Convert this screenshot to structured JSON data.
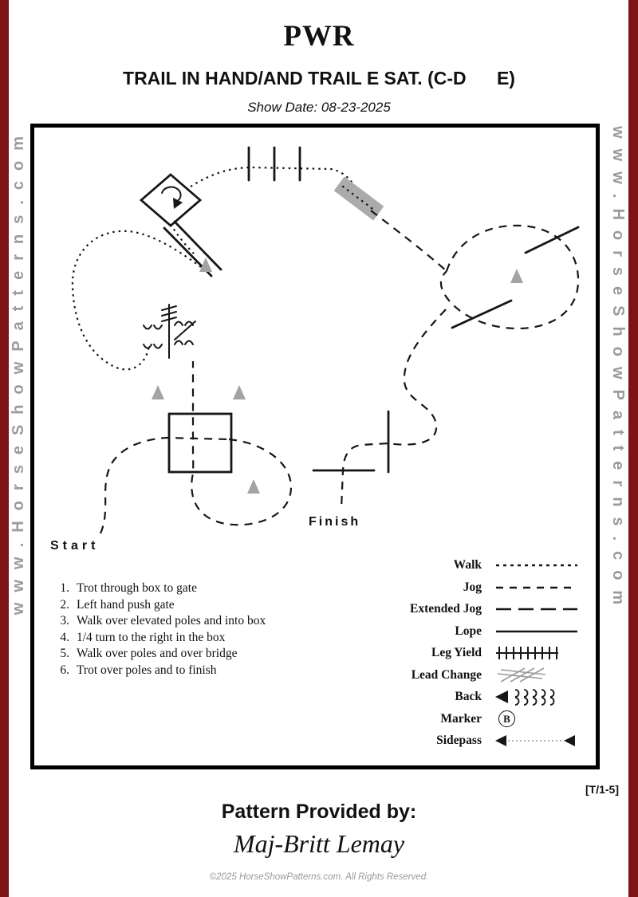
{
  "colors": {
    "edge_strip": "#7d1317",
    "watermark_gray": "#9b9b9b",
    "ink": "#161616",
    "tree_gray": "#a3a3a3",
    "bridge_gray": "#ababab",
    "copyright_gray": "#999999"
  },
  "header": {
    "title": "PWR",
    "subtitle": "TRAIL IN HAND/AND TRAIL E SAT. (C-D      E)",
    "show_date": "Show Date: 08-23-2025"
  },
  "watermark": {
    "text": "www.HorseShowPatterns.com"
  },
  "diagram": {
    "start_label": "Start",
    "finish_label": "Finish"
  },
  "instructions": [
    {
      "num": "1.",
      "text": "Trot through box to gate"
    },
    {
      "num": "2.",
      "text": "Left hand push gate"
    },
    {
      "num": "3.",
      "text": "Walk over elevated poles and into box"
    },
    {
      "num": "4.",
      "text": "1/4 turn to the right in the box"
    },
    {
      "num": "5.",
      "text": "Walk over poles and over bridge"
    },
    {
      "num": "6.",
      "text": "Trot over poles and to finish"
    }
  ],
  "legend": {
    "marker_letter": "B",
    "items": [
      {
        "label": "Walk"
      },
      {
        "label": "Jog"
      },
      {
        "label": "Extended Jog"
      },
      {
        "label": "Lope"
      },
      {
        "label": "Leg Yield"
      },
      {
        "label": "Lead Change"
      },
      {
        "label": "Back"
      },
      {
        "label": "Marker"
      },
      {
        "label": "Sidepass"
      }
    ]
  },
  "footer": {
    "pattern_code": "[T/1-5]",
    "provided_by_label": "Pattern Provided by:",
    "provider_name": "Maj-Britt Lemay",
    "copyright": "©2025 HorseShowPatterns.com. All Rights Reserved."
  }
}
